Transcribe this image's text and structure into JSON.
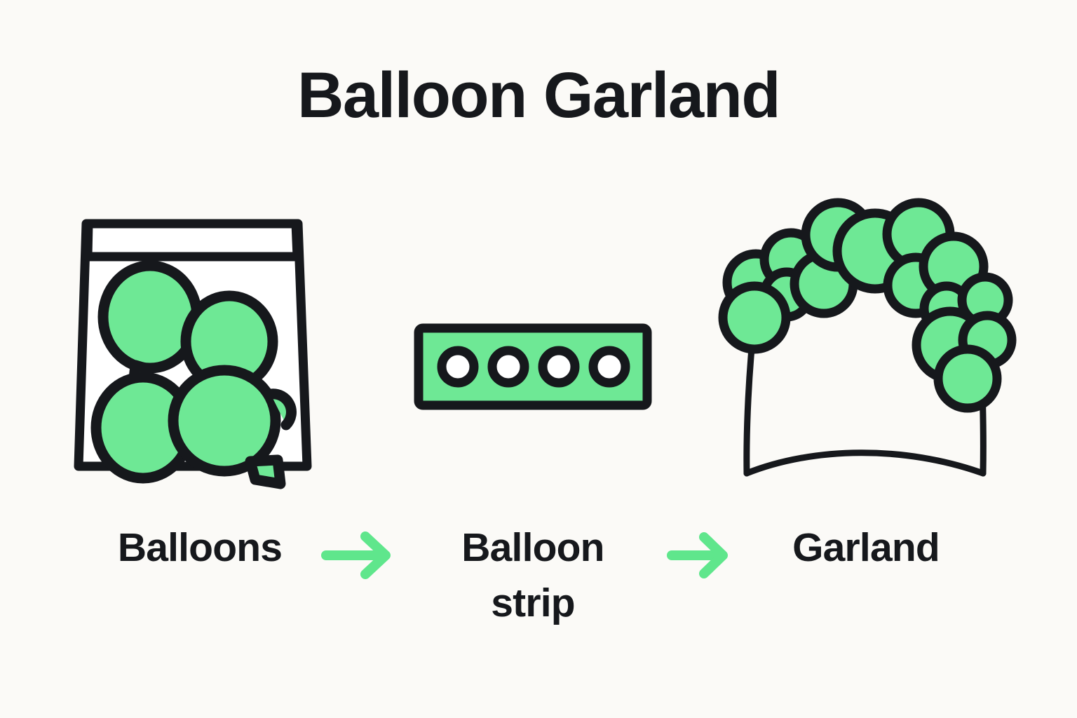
{
  "page": {
    "title": "Balloon Garland",
    "background_color": "#fbfaf7",
    "ink_color": "#16181c",
    "accent_green": "#6ee895",
    "arrow_green": "#5fe68c",
    "white": "#ffffff"
  },
  "steps": [
    {
      "id": "balloons",
      "label": "Balloons",
      "icon": "balloon-bag-icon",
      "detail": {
        "bag_fill": "#ffffff",
        "balloon_count": 4,
        "balloon_fill": "#6ee895",
        "has_zip_seal": true
      }
    },
    {
      "id": "balloon-strip",
      "label": "Balloon strip",
      "label_line_1": "Balloon",
      "label_line_2": "strip",
      "icon": "balloon-strip-icon",
      "detail": {
        "strip_fill": "#6ee895",
        "hole_count": 4,
        "hole_fill": "#ffffff"
      }
    },
    {
      "id": "garland",
      "label": "Garland",
      "icon": "balloon-garland-icon",
      "detail": {
        "balloon_fill": "#6ee895",
        "balloon_count": 17,
        "has_base_curve": true
      }
    }
  ],
  "arrows": [
    {
      "id": "arrow-1",
      "direction": "right",
      "color": "#5fe68c"
    },
    {
      "id": "arrow-2",
      "direction": "right",
      "color": "#5fe68c"
    }
  ]
}
